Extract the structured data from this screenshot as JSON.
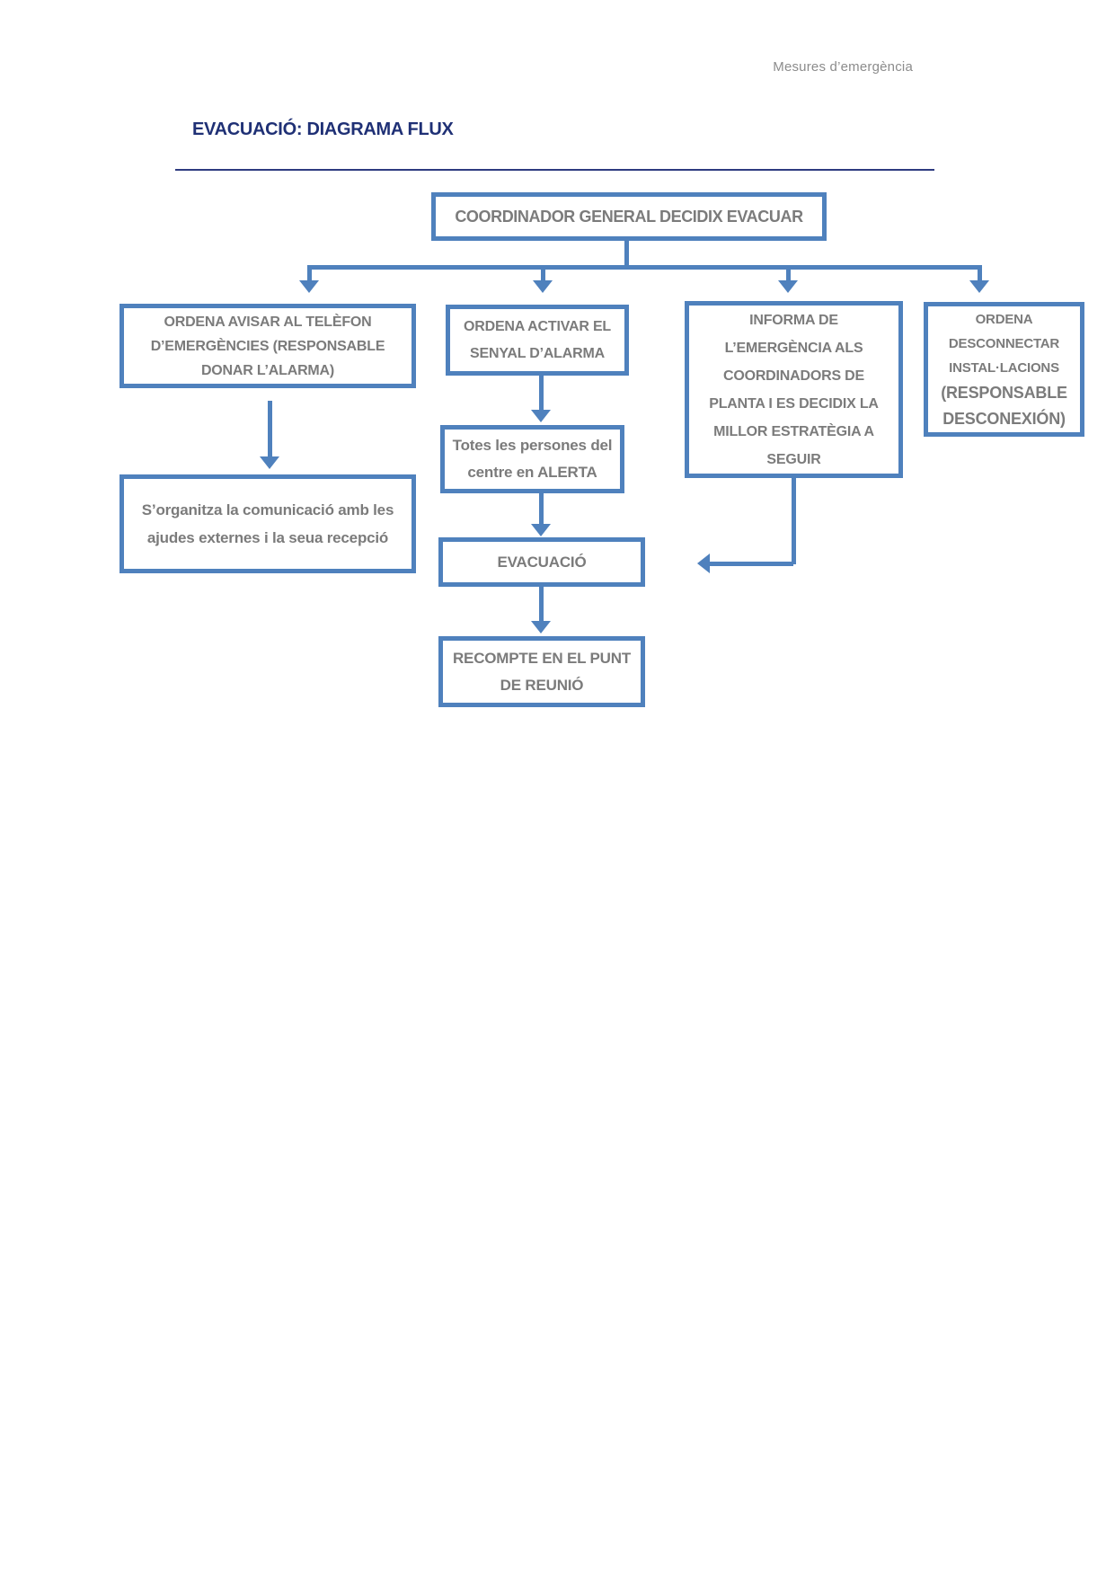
{
  "page": {
    "header_right": "Mesures d’emergència",
    "title": "EVACUACIÓ: DIAGRAMA FLUX"
  },
  "colors": {
    "box_border_blue": "#4f81bd",
    "connector_blue": "#4f81bd",
    "title_navy": "#1f3075",
    "box_text_gray": "#7b7b7b",
    "header_gray": "#8c8c8c"
  },
  "flowchart": {
    "root": {
      "label": "COORDINADOR GENERAL DECIDIX EVACUAR"
    },
    "branches": [
      {
        "label": "ORDENA AVISAR AL TELÈFON D’EMERGÈNCIES (RESPONSABLE DONAR L’ALARMA)"
      },
      {
        "label": "ORDENA ACTIVAR EL SENYAL D’ALARMA"
      },
      {
        "label": "INFORMA DE L’EMERGÈNCIA ALS COORDINADORS DE PLANTA I ES DECIDIX LA MILLOR ESTRATÈGIA A SEGUIR"
      },
      {
        "label_top": "ORDENA DESCONNECTAR INSTAL·LACIONS",
        "label_bottom": "(RESPONSABLE DESCONEXIÓN)"
      }
    ],
    "children": {
      "organitza": {
        "label": "S’organitza la comunicació amb les ajudes externes i la seua recepció"
      },
      "alerta": {
        "label": "Totes les persones del centre en ALERTA"
      },
      "evacuacio": {
        "label": "EVACUACIÓ"
      },
      "recompte": {
        "label": "RECOMPTE EN EL PUNT DE REUNIÓ"
      }
    }
  }
}
